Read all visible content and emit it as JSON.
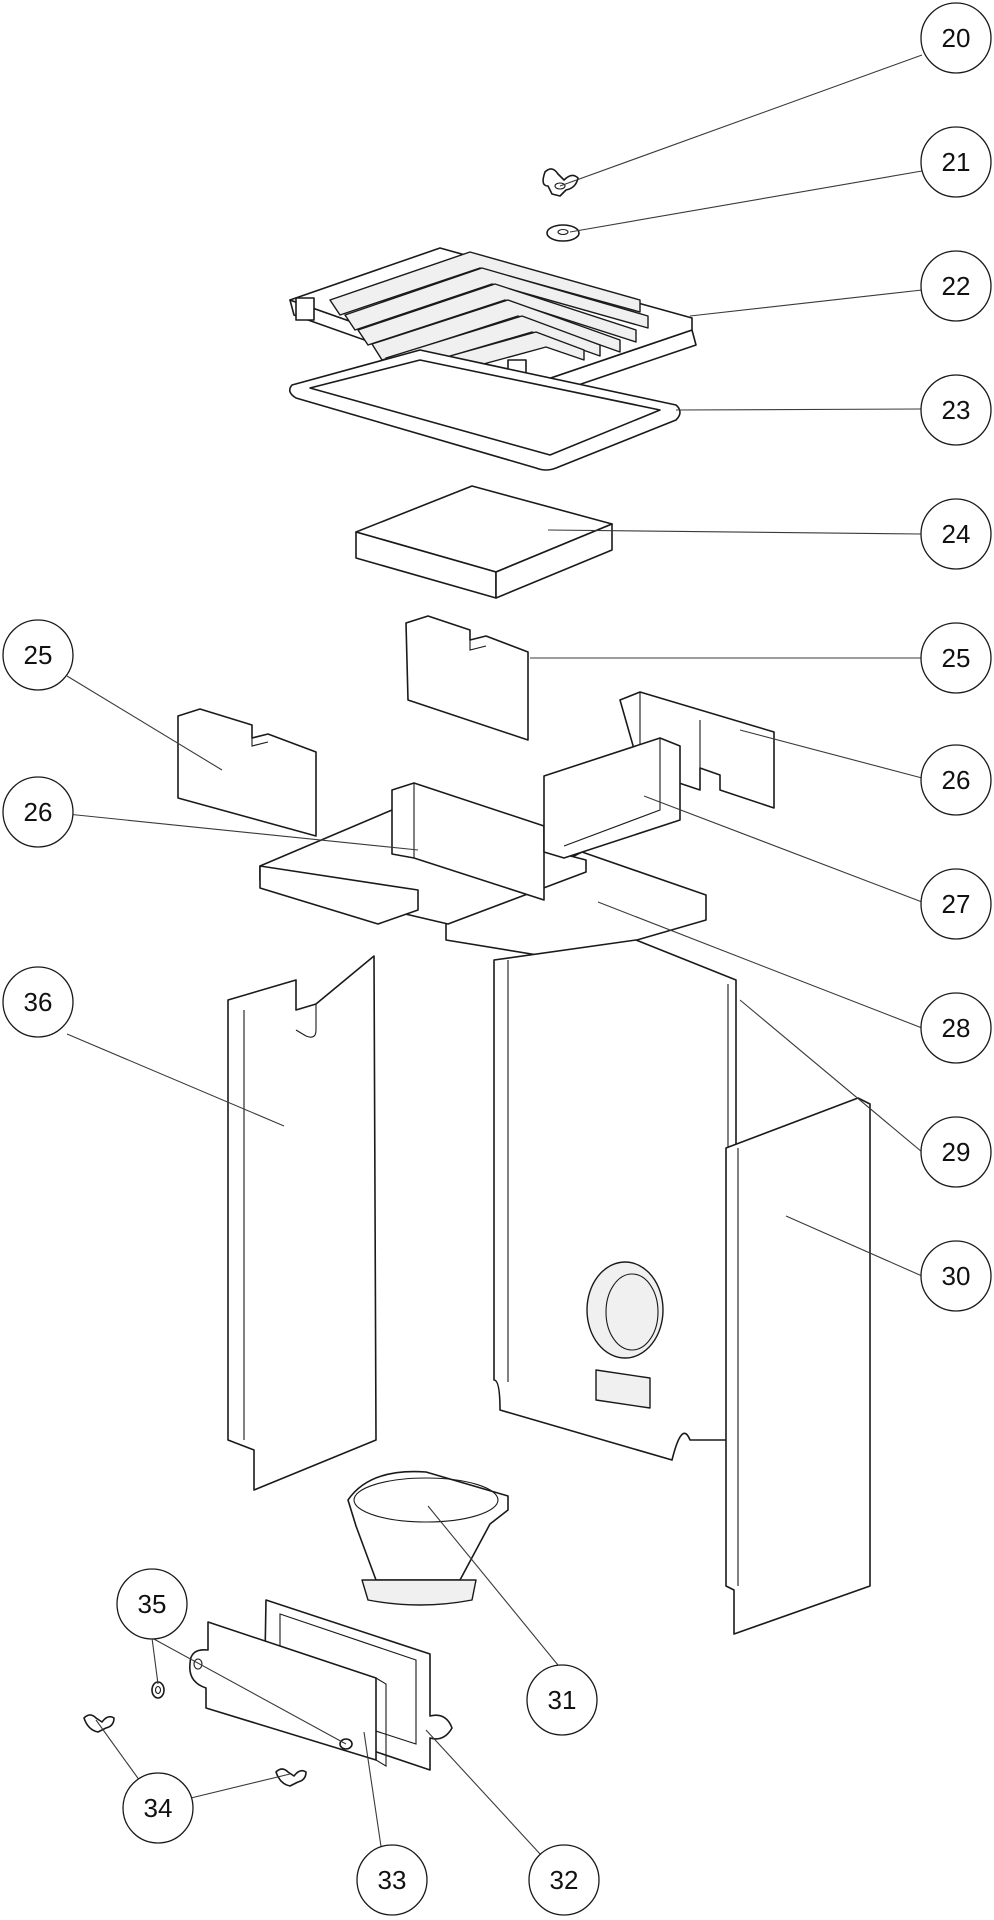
{
  "callouts": [
    {
      "id": "c20",
      "label": "20"
    },
    {
      "id": "c21",
      "label": "21"
    },
    {
      "id": "c22",
      "label": "22"
    },
    {
      "id": "c23",
      "label": "23"
    },
    {
      "id": "c24",
      "label": "24"
    },
    {
      "id": "c25r",
      "label": "25"
    },
    {
      "id": "c25l",
      "label": "25"
    },
    {
      "id": "c26r",
      "label": "26"
    },
    {
      "id": "c26l",
      "label": "26"
    },
    {
      "id": "c27",
      "label": "27"
    },
    {
      "id": "c28",
      "label": "28"
    },
    {
      "id": "c29",
      "label": "29"
    },
    {
      "id": "c36",
      "label": "36"
    },
    {
      "id": "c30",
      "label": "30"
    },
    {
      "id": "c31",
      "label": "31"
    },
    {
      "id": "c35",
      "label": "35"
    },
    {
      "id": "c34",
      "label": "34"
    },
    {
      "id": "c33",
      "label": "33"
    },
    {
      "id": "c32",
      "label": "32"
    }
  ]
}
